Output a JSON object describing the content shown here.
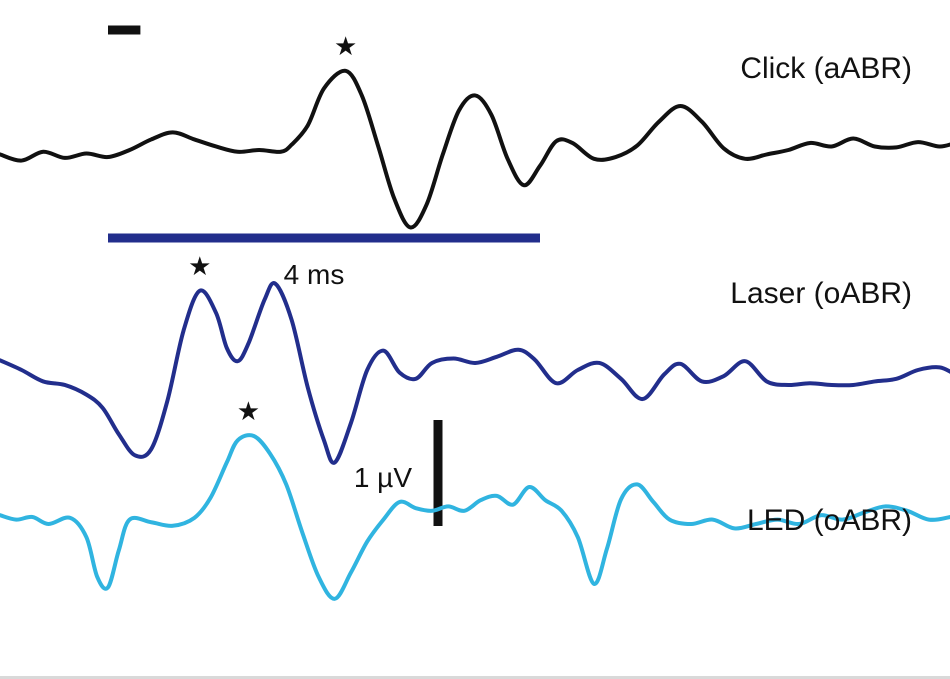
{
  "chart_data": {
    "type": "line",
    "title": "",
    "xlabel": "",
    "ylabel": "",
    "x_unit": "ms",
    "y_unit": "µV",
    "xlim": [
      -1.0,
      8.0
    ],
    "grid": false,
    "legend": "labels-at-right",
    "stimulus_bar": {
      "start_ms": 0.0,
      "duration_ms": 0.3
    },
    "scale_bars": {
      "time": {
        "label": "4 ms",
        "value_ms": 4,
        "color": "#222e8c"
      },
      "amplitude": {
        "label": "1 µV",
        "value_uv": 1
      }
    },
    "series": [
      {
        "name": "Click (aABR)",
        "color": "#111111",
        "offset_uv": 0.0,
        "peak_star": {
          "x_ms": 2.2,
          "y_uv": 0.9
        },
        "points": [
          [
            -1.0,
            -0.05
          ],
          [
            -0.8,
            -0.12
          ],
          [
            -0.6,
            -0.02
          ],
          [
            -0.4,
            -0.09
          ],
          [
            -0.2,
            -0.04
          ],
          [
            0.0,
            -0.08
          ],
          [
            0.2,
            0.0
          ],
          [
            0.4,
            0.12
          ],
          [
            0.6,
            0.2
          ],
          [
            0.8,
            0.12
          ],
          [
            1.0,
            0.04
          ],
          [
            1.2,
            -0.02
          ],
          [
            1.4,
            0.0
          ],
          [
            1.6,
            -0.02
          ],
          [
            1.7,
            0.06
          ],
          [
            1.85,
            0.28
          ],
          [
            2.0,
            0.7
          ],
          [
            2.2,
            0.9
          ],
          [
            2.35,
            0.62
          ],
          [
            2.5,
            0.05
          ],
          [
            2.65,
            -0.55
          ],
          [
            2.8,
            -0.88
          ],
          [
            2.95,
            -0.62
          ],
          [
            3.1,
            -0.05
          ],
          [
            3.25,
            0.45
          ],
          [
            3.4,
            0.62
          ],
          [
            3.55,
            0.4
          ],
          [
            3.7,
            -0.1
          ],
          [
            3.85,
            -0.4
          ],
          [
            4.0,
            -0.18
          ],
          [
            4.15,
            0.1
          ],
          [
            4.3,
            0.08
          ],
          [
            4.5,
            -0.1
          ],
          [
            4.7,
            -0.08
          ],
          [
            4.9,
            0.05
          ],
          [
            5.1,
            0.32
          ],
          [
            5.3,
            0.5
          ],
          [
            5.5,
            0.32
          ],
          [
            5.7,
            0.02
          ],
          [
            5.9,
            -0.1
          ],
          [
            6.1,
            -0.05
          ],
          [
            6.3,
            0.0
          ],
          [
            6.5,
            0.08
          ],
          [
            6.7,
            0.04
          ],
          [
            6.9,
            0.13
          ],
          [
            7.1,
            0.04
          ],
          [
            7.3,
            0.03
          ],
          [
            7.5,
            0.09
          ],
          [
            7.7,
            0.04
          ],
          [
            7.85,
            0.08
          ],
          [
            8.0,
            0.11
          ]
        ]
      },
      {
        "name": "Laser (oABR)",
        "color": "#222e8c",
        "offset_uv": -2.45,
        "peak_star": {
          "x_ms": 0.85,
          "y_uv": 0.85
        },
        "points": [
          [
            -1.0,
            0.06
          ],
          [
            -0.8,
            -0.05
          ],
          [
            -0.6,
            -0.18
          ],
          [
            -0.4,
            -0.22
          ],
          [
            -0.2,
            -0.33
          ],
          [
            -0.05,
            -0.48
          ],
          [
            0.1,
            -0.78
          ],
          [
            0.25,
            -1.02
          ],
          [
            0.4,
            -0.95
          ],
          [
            0.55,
            -0.4
          ],
          [
            0.7,
            0.4
          ],
          [
            0.85,
            0.85
          ],
          [
            1.0,
            0.6
          ],
          [
            1.1,
            0.2
          ],
          [
            1.2,
            0.05
          ],
          [
            1.3,
            0.25
          ],
          [
            1.45,
            0.75
          ],
          [
            1.55,
            0.93
          ],
          [
            1.7,
            0.52
          ],
          [
            1.85,
            -0.25
          ],
          [
            2.0,
            -0.85
          ],
          [
            2.1,
            -1.1
          ],
          [
            2.25,
            -0.65
          ],
          [
            2.4,
            -0.05
          ],
          [
            2.55,
            0.17
          ],
          [
            2.7,
            -0.08
          ],
          [
            2.85,
            -0.15
          ],
          [
            3.0,
            0.03
          ],
          [
            3.2,
            0.08
          ],
          [
            3.4,
            0.03
          ],
          [
            3.6,
            0.1
          ],
          [
            3.8,
            0.18
          ],
          [
            3.95,
            0.07
          ],
          [
            4.15,
            -0.2
          ],
          [
            4.35,
            -0.05
          ],
          [
            4.55,
            0.03
          ],
          [
            4.75,
            -0.15
          ],
          [
            4.95,
            -0.38
          ],
          [
            5.15,
            -0.1
          ],
          [
            5.3,
            0.02
          ],
          [
            5.5,
            -0.18
          ],
          [
            5.7,
            -0.12
          ],
          [
            5.9,
            0.05
          ],
          [
            6.1,
            -0.18
          ],
          [
            6.3,
            -0.22
          ],
          [
            6.5,
            -0.2
          ],
          [
            6.7,
            -0.22
          ],
          [
            6.9,
            -0.22
          ],
          [
            7.1,
            -0.18
          ],
          [
            7.3,
            -0.15
          ],
          [
            7.5,
            -0.05
          ],
          [
            7.7,
            -0.02
          ],
          [
            7.85,
            -0.1
          ],
          [
            8.0,
            -0.15
          ]
        ]
      },
      {
        "name": "LED (oABR)",
        "color": "#30b4e0",
        "offset_uv": -4.15,
        "peak_star": {
          "x_ms": 1.3,
          "y_uv": 0.9
        },
        "points": [
          [
            -1.0,
            0.0
          ],
          [
            -0.85,
            -0.05
          ],
          [
            -0.7,
            -0.02
          ],
          [
            -0.55,
            -0.1
          ],
          [
            -0.35,
            -0.03
          ],
          [
            -0.2,
            -0.25
          ],
          [
            -0.1,
            -0.7
          ],
          [
            0.0,
            -0.82
          ],
          [
            0.1,
            -0.4
          ],
          [
            0.2,
            -0.05
          ],
          [
            0.4,
            -0.08
          ],
          [
            0.6,
            -0.12
          ],
          [
            0.8,
            -0.03
          ],
          [
            0.95,
            0.2
          ],
          [
            1.1,
            0.6
          ],
          [
            1.2,
            0.85
          ],
          [
            1.35,
            0.9
          ],
          [
            1.5,
            0.7
          ],
          [
            1.65,
            0.35
          ],
          [
            1.8,
            -0.2
          ],
          [
            1.95,
            -0.7
          ],
          [
            2.1,
            -0.95
          ],
          [
            2.25,
            -0.65
          ],
          [
            2.4,
            -0.3
          ],
          [
            2.55,
            -0.05
          ],
          [
            2.7,
            0.15
          ],
          [
            2.85,
            0.08
          ],
          [
            3.0,
            0.05
          ],
          [
            3.15,
            0.1
          ],
          [
            3.3,
            0.05
          ],
          [
            3.45,
            0.17
          ],
          [
            3.6,
            0.22
          ],
          [
            3.75,
            0.12
          ],
          [
            3.9,
            0.32
          ],
          [
            4.05,
            0.17
          ],
          [
            4.2,
            0.05
          ],
          [
            4.35,
            -0.25
          ],
          [
            4.5,
            -0.78
          ],
          [
            4.62,
            -0.38
          ],
          [
            4.75,
            0.18
          ],
          [
            4.9,
            0.35
          ],
          [
            5.05,
            0.15
          ],
          [
            5.2,
            -0.05
          ],
          [
            5.4,
            -0.1
          ],
          [
            5.6,
            -0.05
          ],
          [
            5.8,
            -0.15
          ],
          [
            6.0,
            -0.1
          ],
          [
            6.2,
            -0.05
          ],
          [
            6.4,
            -0.1
          ],
          [
            6.6,
            0.0
          ],
          [
            6.8,
            -0.05
          ],
          [
            7.0,
            0.03
          ],
          [
            7.2,
            0.1
          ],
          [
            7.4,
            0.05
          ],
          [
            7.6,
            -0.05
          ],
          [
            7.8,
            -0.02
          ],
          [
            8.0,
            0.05
          ]
        ]
      }
    ]
  }
}
